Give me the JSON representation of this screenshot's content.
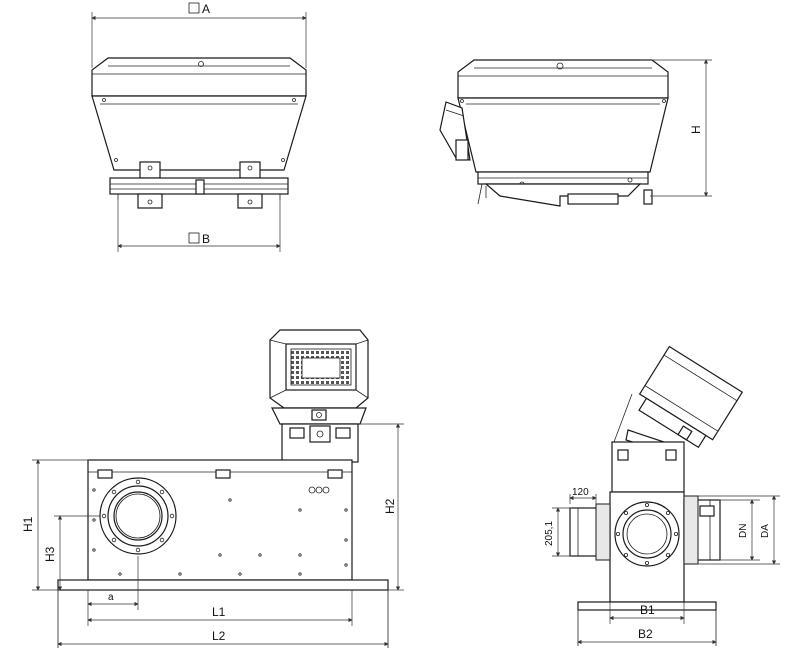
{
  "labels": {
    "A": "A",
    "B": "B",
    "H": "H",
    "H1": "H1",
    "H2": "H2",
    "H3": "H3",
    "a": "a",
    "L1": "L1",
    "L2": "L2",
    "B1": "B1",
    "B2": "B2",
    "DN": "DN",
    "DA": "DA",
    "d120": "120",
    "d205": "205,1"
  }
}
